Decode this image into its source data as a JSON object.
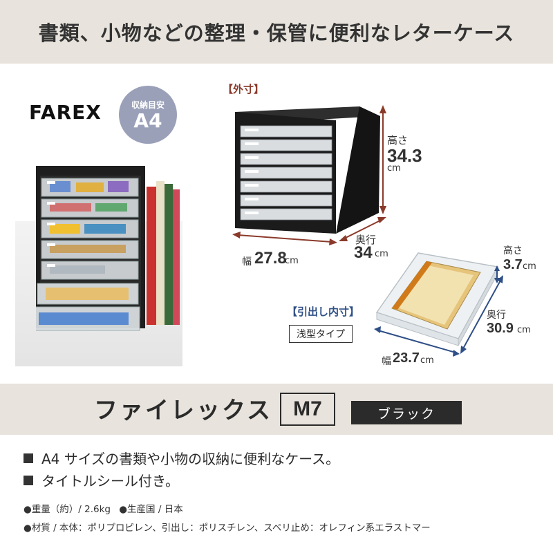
{
  "headline": "書類、小物などの整理・保管に便利なレターケース",
  "photo": {
    "brand": "FAREX",
    "badge_small": "収納目安",
    "badge_big": "A4"
  },
  "outer": {
    "label": "【外寸】",
    "height_word": "高さ",
    "height_value": "34.3",
    "height_unit": "cm",
    "width_word": "幅",
    "width_value": "27.8",
    "width_unit": "cm",
    "depth_word": "奥行",
    "depth_value": "34",
    "depth_unit": "cm"
  },
  "drawer": {
    "label": "【引出し内寸】",
    "type": "浅型タイプ",
    "height_word": "高さ",
    "height_value": "3.7",
    "height_unit": "cm",
    "depth_word": "奥行",
    "depth_value": "30.9",
    "depth_unit": "cm",
    "width_word": "幅",
    "width_value": "23.7",
    "width_unit": "cm"
  },
  "product": {
    "name": "ファイレックス",
    "model": "M7",
    "color": "ブラック"
  },
  "features": [
    "A4 サイズの書類や小物の収納に便利なケース。",
    "タイトルシール付き。"
  ],
  "specs": {
    "line1_a": "●重量（約）/ 2.6kg",
    "line1_b": "●生産国 / 日本",
    "line2": "●材質 / 本体：ポリプロピレン、引出し：ポリスチレン、スベリ止め：オレフィン系エラストマー"
  },
  "colors": {
    "band": "#e8e4dd",
    "accent_red": "#8a3a2a",
    "accent_blue": "#2f4f86",
    "badge": "#9aa0b8",
    "dark": "#2b2b2b"
  }
}
